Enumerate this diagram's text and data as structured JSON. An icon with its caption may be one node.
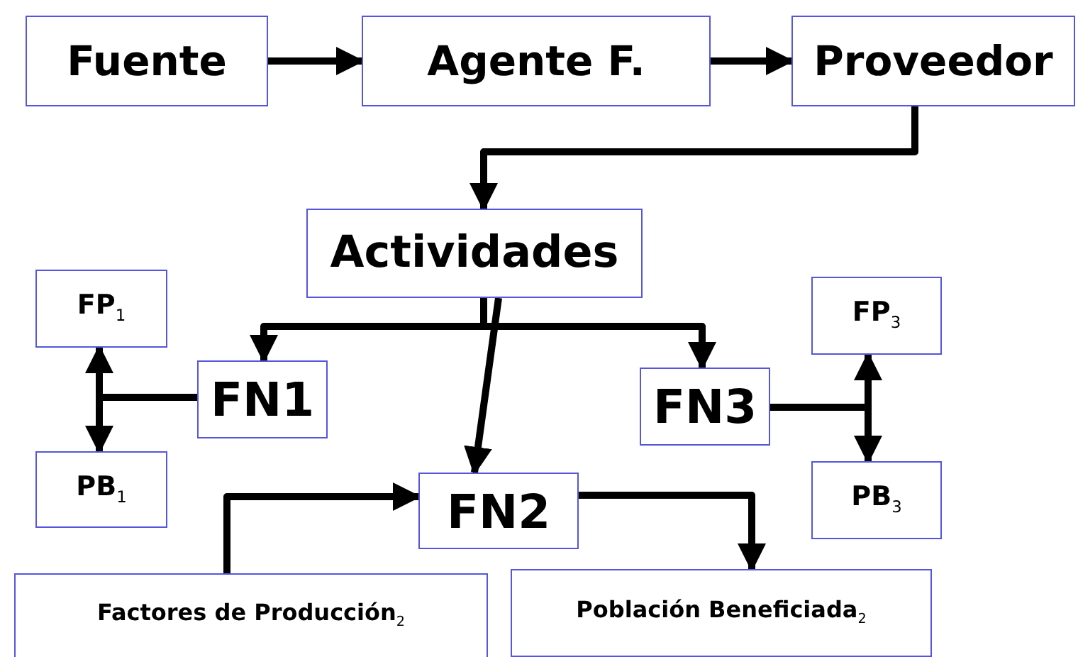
{
  "diagram": {
    "nodes": [
      {
        "text": [
          "Fuente"
        ]
      },
      {
        "text": [
          "Agente F."
        ]
      },
      {
        "text": [
          "Proveedor"
        ]
      },
      {
        "text": [
          "Actividades"
        ]
      },
      {
        "text": [
          "FP$_{1}$"
        ]
      },
      {
        "text": [
          "FN1"
        ]
      },
      {
        "text": [
          "PB$_{1}$"
        ]
      },
      {
        "text": [
          "FN3"
        ]
      },
      {
        "text": [
          "FP$_{3}$"
        ]
      },
      {
        "text": [
          "PB$_{3}$"
        ]
      },
      {
        "text": [
          "FN2"
        ]
      },
      {
        "text": [
          "Factores de Producción$_{2}$"
        ]
      },
      {
        "text": [
          "Población Beneficiada$_{2}$"
        ]
      }
    ],
    "edges": [
      {
        "from": 0,
        "to": 1,
        "arrow": "to"
      },
      {
        "from": 1,
        "to": 2,
        "arrow": "to"
      },
      {
        "from": 2,
        "to": 3,
        "arrow": "to"
      },
      {
        "from": 3,
        "to": 5,
        "arrow": "to"
      },
      {
        "from": 3,
        "to": 10,
        "arrow": "to"
      },
      {
        "from": 3,
        "to": 7,
        "arrow": "to"
      },
      {
        "from": 5,
        "to": 4,
        "arrow": "to"
      },
      {
        "from": 5,
        "to": 6,
        "arrow": "to"
      },
      {
        "from": 7,
        "to": 8,
        "arrow": "to"
      },
      {
        "from": 7,
        "to": 9,
        "arrow": "to"
      },
      {
        "from": 11,
        "to": 10,
        "arrow": "to"
      },
      {
        "from": 10,
        "to": 12,
        "arrow": "to"
      }
    ]
  }
}
